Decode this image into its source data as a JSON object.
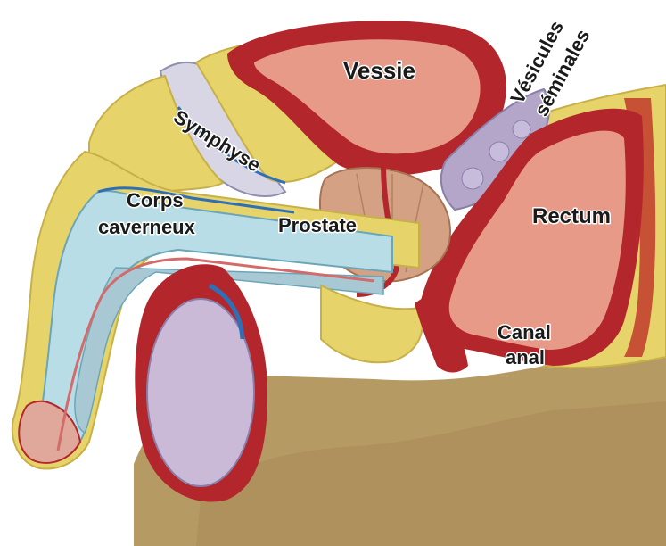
{
  "labels": {
    "vessie": "Vessie",
    "vesicules_line1": "Vésicules",
    "vesicules_line2": "séminales",
    "symphyse": "Symphyse",
    "corps_line1": "Corps",
    "corps_line2": "caverneux",
    "prostate": "Prostate",
    "rectum": "Rectum",
    "canal_line1": "Canal",
    "canal_line2": "anal"
  },
  "colors": {
    "skin": "#b69a63",
    "skin_shadow": "#97804f",
    "fat": "#e6d46a",
    "muscle": "#b3262b",
    "bladder": "#e79a88",
    "prostate": "#d4a184",
    "vesicles": "#b3a6c9",
    "cavernous": "#b8dde6",
    "testis": "#cbb9d8",
    "bone": "#d8d6e4"
  }
}
